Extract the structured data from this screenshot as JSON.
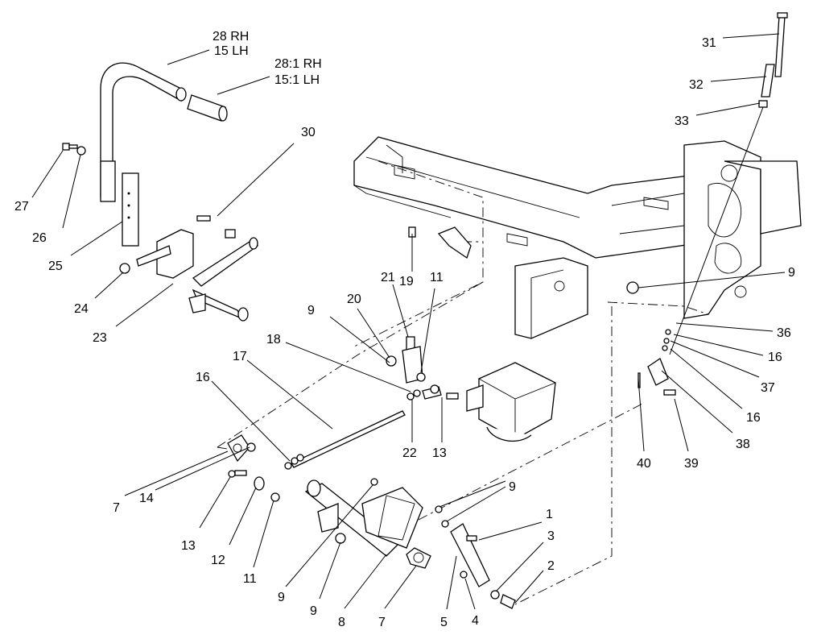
{
  "callouts": [
    {
      "id": "c31",
      "text": "31"
    },
    {
      "id": "c32",
      "text": "32"
    },
    {
      "id": "c33",
      "text": "33"
    },
    {
      "id": "c28",
      "text": "28 RH"
    },
    {
      "id": "c15",
      "text": "15 LH"
    },
    {
      "id": "c28r",
      "text": "28:1 RH"
    },
    {
      "id": "c15r",
      "text": "15:1 LH"
    },
    {
      "id": "c30",
      "text": "30"
    },
    {
      "id": "c27",
      "text": "27"
    },
    {
      "id": "c26",
      "text": "26"
    },
    {
      "id": "c25",
      "text": "25"
    },
    {
      "id": "c24",
      "text": "24"
    },
    {
      "id": "c23",
      "text": "23"
    },
    {
      "id": "c19",
      "text": "19"
    },
    {
      "id": "c21",
      "text": "21"
    },
    {
      "id": "c11a",
      "text": "11"
    },
    {
      "id": "c20",
      "text": "20"
    },
    {
      "id": "c9a",
      "text": "9"
    },
    {
      "id": "c18",
      "text": "18"
    },
    {
      "id": "c17",
      "text": "17"
    },
    {
      "id": "c16a",
      "text": "16"
    },
    {
      "id": "c22",
      "text": "22"
    },
    {
      "id": "c13a",
      "text": "13"
    },
    {
      "id": "c9b",
      "text": "9"
    },
    {
      "id": "c36",
      "text": "36"
    },
    {
      "id": "c16b",
      "text": "16"
    },
    {
      "id": "c37",
      "text": "37"
    },
    {
      "id": "c16c",
      "text": "16"
    },
    {
      "id": "c38",
      "text": "38"
    },
    {
      "id": "c40",
      "text": "40"
    },
    {
      "id": "c39",
      "text": "39"
    },
    {
      "id": "c7a",
      "text": "7"
    },
    {
      "id": "c14",
      "text": "14"
    },
    {
      "id": "c13b",
      "text": "13"
    },
    {
      "id": "c12",
      "text": "12"
    },
    {
      "id": "c11b",
      "text": "11"
    },
    {
      "id": "c9c",
      "text": "9"
    },
    {
      "id": "c9d",
      "text": "9"
    },
    {
      "id": "c9e",
      "text": "9"
    },
    {
      "id": "c8",
      "text": "8"
    },
    {
      "id": "c7b",
      "text": "7"
    },
    {
      "id": "c5",
      "text": "5"
    },
    {
      "id": "c4",
      "text": "4"
    },
    {
      "id": "c1",
      "text": "1"
    },
    {
      "id": "c3",
      "text": "3"
    },
    {
      "id": "c2",
      "text": "2"
    }
  ]
}
